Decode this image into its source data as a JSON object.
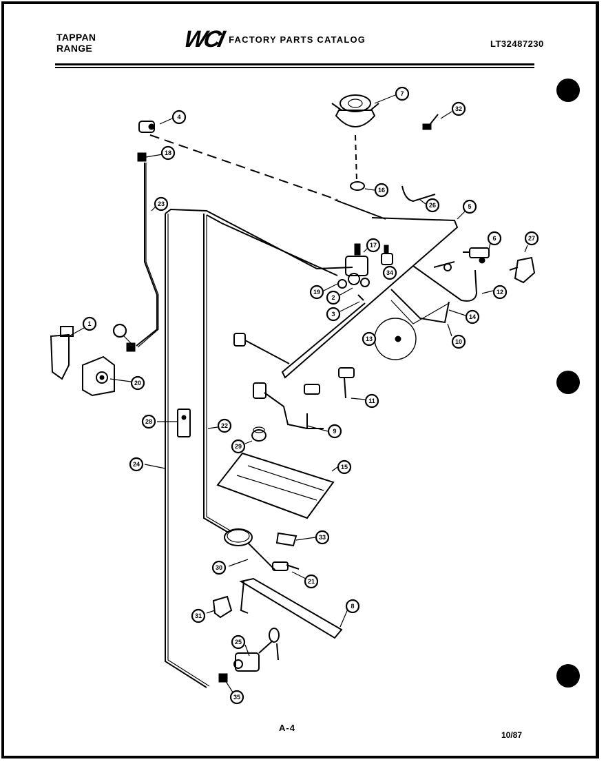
{
  "header": {
    "brand_line1": "TAPPAN",
    "brand_line2": "RANGE",
    "logo": "WCI",
    "catalog_title": "FACTORY PARTS CATALOG",
    "model_number": "LT32487230"
  },
  "footer": {
    "page": "A-4",
    "date": "10/87"
  },
  "callouts": [
    "1",
    "2",
    "3",
    "4",
    "5",
    "6",
    "7",
    "8",
    "9",
    "10",
    "11",
    "12",
    "13",
    "14",
    "15",
    "16",
    "17",
    "18",
    "19",
    "20",
    "21",
    "22",
    "23",
    "24",
    "25",
    "26",
    "27",
    "28",
    "29",
    "30",
    "31",
    "32",
    "33",
    "34",
    "35"
  ]
}
